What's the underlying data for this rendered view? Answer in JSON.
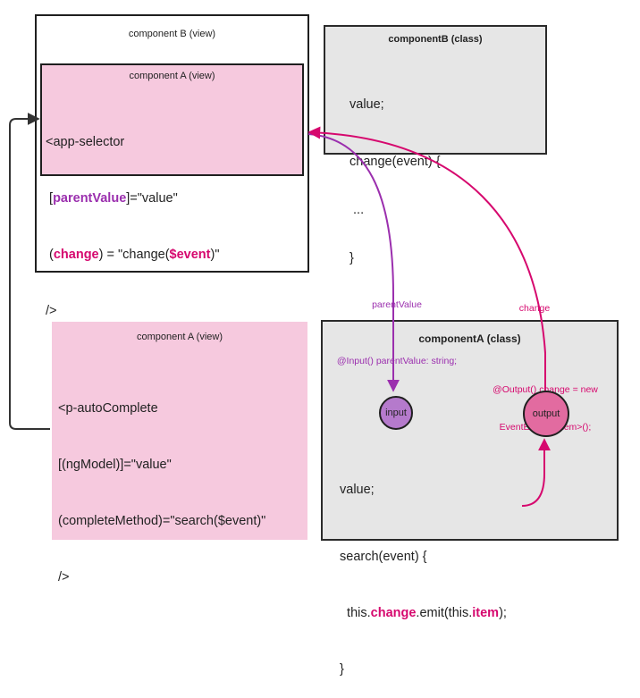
{
  "colors": {
    "pink_fill": "#f6c9de",
    "gray_fill": "#e6e6e6",
    "purple": "#9b2fae",
    "pink": "#d6086e",
    "input_fill": "#b57acc",
    "output_fill": "#e26ba0"
  },
  "compB_view": {
    "title": "component B (view)"
  },
  "compA_view_top": {
    "title": "component A (view)",
    "line1": "<app-selector",
    "line2_pre": " [",
    "line2_key": "parentValue",
    "line2_post": "]=\"value\"",
    "line3_pre": " (",
    "line3_key": "change",
    "line3_mid": ") = \"change(",
    "line3_event": "$event",
    "line3_post": ")\"",
    "line4": "/>"
  },
  "compB_class": {
    "title": "componentB (class)",
    "line1": "value;",
    "line2": "change(event) {",
    "line3": " ...",
    "line4": "}"
  },
  "compA_view_bottom": {
    "title": "component A (view)",
    "line1": "<p-autoComplete",
    "line2": "[(ngModel)]=\"value\"",
    "line3": "(completeMethod)=\"search($event)\"",
    "line4": "/>"
  },
  "compA_class": {
    "title": "componentA (class)",
    "input_decl": "@Input() parentValue: string;",
    "output_decl_1": "@Output() change = new",
    "output_decl_2": "EventEmitter<Item>();",
    "input_node": "input",
    "output_node": "output",
    "line1": "value;",
    "line2": "search(event) {",
    "line3_pre": "  this.",
    "line3_change": "change",
    "line3_mid": ".emit(this.",
    "line3_item": "item",
    "line3_post": ");",
    "line4": "}"
  },
  "arrows": {
    "parent_value_label": "parentValue",
    "change_label": "change"
  }
}
